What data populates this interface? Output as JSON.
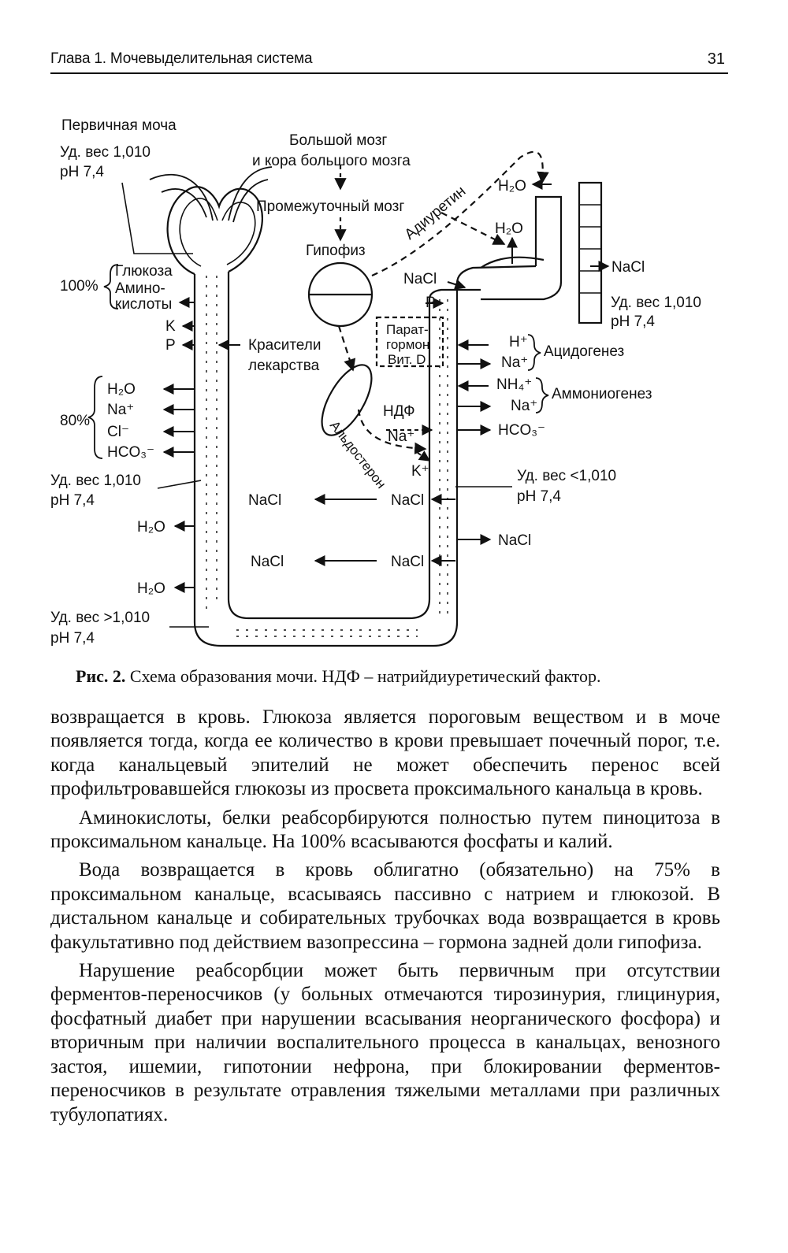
{
  "header": {
    "chapter_title": "Глава 1. Мочевыделительная система",
    "page_number": "31"
  },
  "figure": {
    "label_primary_urine": "Первичная моча",
    "label_sg_1010_a": "Уд. вес 1,010",
    "label_ph_a": "pH 7,4",
    "label_brain": "Большой мозг",
    "label_cortex": "и кора большого мозга",
    "label_diencephalon": "Промежуточный мозг",
    "label_pituitary": "Гипофиз",
    "label_adh": "Адиуретин",
    "label_h2o_top": "H₂O",
    "label_h2o_mid": "H₂O",
    "label_nacl_collecting": "NaCl",
    "label_sg_collecting": "Уд. вес 1,010",
    "label_ph_collecting": "pH 7,4",
    "label_100pct": "100%",
    "label_glucose": "Глюкоза",
    "label_amino1": "Амино-",
    "label_amino2": "кислоты",
    "label_k": "K",
    "label_p": "P",
    "label_nacl_distal": "NaCl",
    "label_p_distal": "P",
    "label_parathormone1": "Парат-",
    "label_parathormone2": "гормон",
    "label_vit_d": "Вит. D",
    "label_dyes": "Красители",
    "label_drugs": "лекарства",
    "label_h_plus": "H⁺",
    "label_na_plus_1": "Na⁺",
    "label_acidogenesis": "Ацидогенез",
    "label_nh4": "NH₄⁺",
    "label_na_plus_2": "Na⁺",
    "label_ammoniogenesis": "Аммониогенез",
    "label_hco3_right": "HCO₃⁻",
    "label_80pct": "80%",
    "label_h2o_prox": "H₂O",
    "label_na_prox": "Na⁺",
    "label_cl_prox": "Cl⁻",
    "label_hco3_prox": "HCO₃⁻",
    "label_ndf": "НДФ",
    "label_na_ndf": "Na⁺",
    "label_k_ndf": "K⁺",
    "label_aldosterone": "Альдостерон",
    "label_sg_1010_b": "Уд. вес 1,010",
    "label_ph_b": "pH 7,4",
    "label_sg_less": "Уд. вес <1,010",
    "label_ph_less": "pH 7,4",
    "label_nacl_loop_1a": "NaCl",
    "label_nacl_loop_1b": "NaCl",
    "label_h2o_loop_1": "H₂O",
    "label_nacl_ascending": "NaCl",
    "label_nacl_loop_2a": "NaCl",
    "label_nacl_loop_2b": "NaCl",
    "label_h2o_loop_2": "H₂O",
    "label_sg_more": "Уд. вес >1,010",
    "label_ph_more": "pH 7,4"
  },
  "caption": {
    "label": "Рис. 2.",
    "text": " Схема образования мочи. НДФ – натрийдиуретический фактор."
  },
  "body": {
    "p1": "возвращается в кровь. Глюкоза является пороговым веществом и в моче появляется тогда, когда ее количество в крови превышает почечный порог, т.е. когда канальцевый эпителий не может обеспечить перенос всей профильтровавшейся глюкозы из просвета проксимального канальца в кровь.",
    "p2": "Аминокислоты, белки реабсорбируются полностью путем пиноцитоза в проксимальном канальце. На 100% всасываются фосфаты и калий.",
    "p3": "Вода возвращается в кровь облигатно (обязательно) на 75% в проксимальном канальце, всасываясь пассивно с натрием и глюкозой. В дистальном канальце и собирательных трубочках вода возвращается в кровь факультативно под действием вазопрессина – гормона задней доли гипофиза.",
    "p4": "Нарушение реабсорбции может быть первичным при отсутствии ферментов-переносчиков (у больных отмечаются тирозинурия, глицинурия, фосфатный диабет при нарушении всасывания неорганического фосфора) и вторичным при наличии воспалительного процесса в канальцах, венозного застоя, ишемии, гипотонии нефрона, при блокировании ферментов-переносчиков в результате отравления тяжелыми металлами при различных тубулопатиях."
  }
}
